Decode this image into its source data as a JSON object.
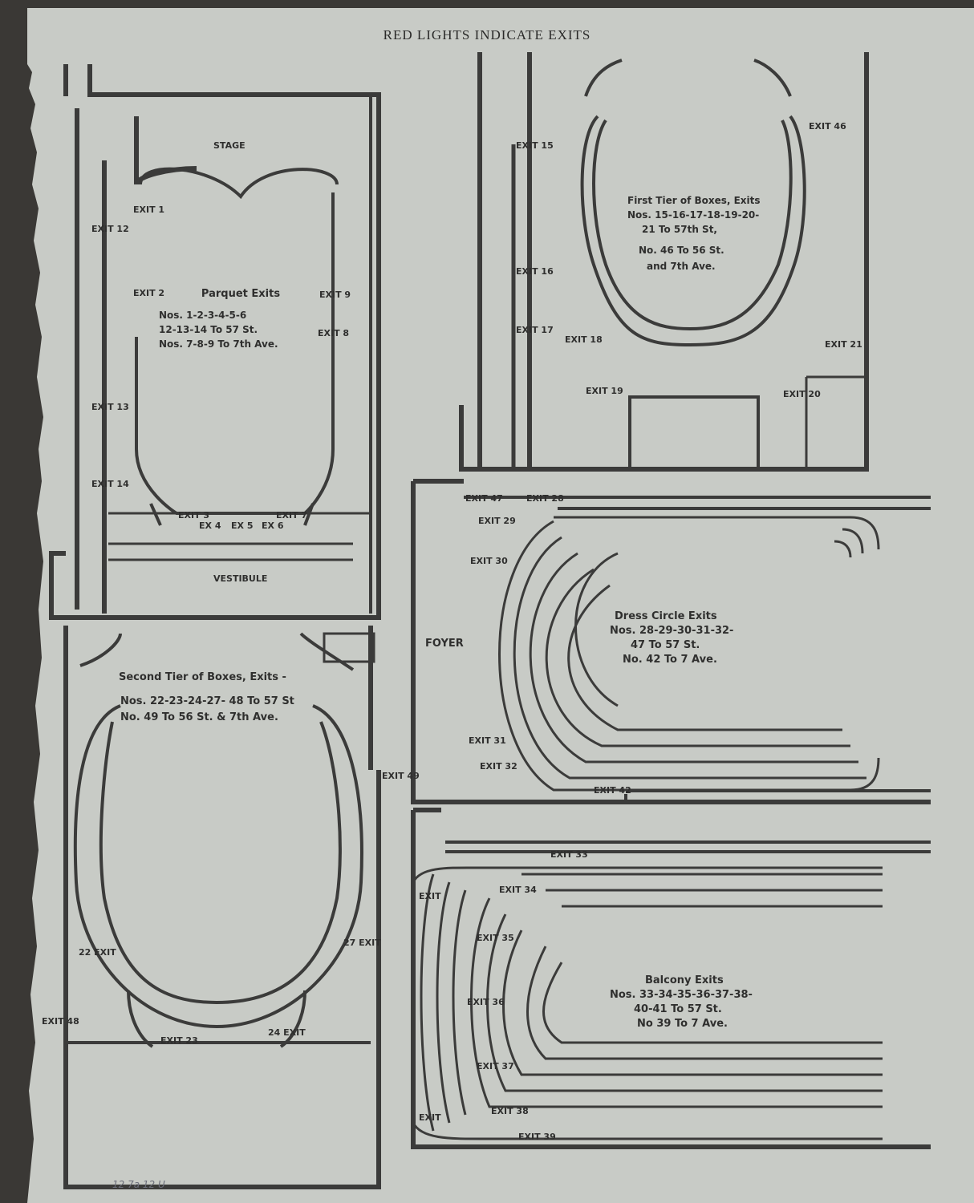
{
  "header": {
    "title": "RED LIGHTS INDICATE EXITS"
  },
  "parquet": {
    "stage": "STAGE",
    "vestibule": "VESTIBULE",
    "title": "Parquet Exits",
    "line1": "Nos. 1-2-3-4-5-6",
    "line2": "12-13-14 To 57 St.",
    "line3": "Nos. 7-8-9 To 7th Ave.",
    "exits": [
      "EXIT 1",
      "EXIT 2",
      "EXIT 3",
      "EX 4",
      "EX 5",
      "EX 6",
      "EXIT 7",
      "EXIT 8",
      "EXIT 9",
      "EXIT 12",
      "EXIT 13",
      "EXIT 14"
    ]
  },
  "first_tier": {
    "title": "First Tier of Boxes, Exits",
    "line1": "Nos. 15-16-17-18-19-20-",
    "line2": "21 To 57th St,",
    "line3": "No. 46 To 56 St.",
    "line4": "and 7th Ave.",
    "exits": [
      "EXIT 15",
      "EXIT 16",
      "EXIT 17",
      "EXIT 18",
      "EXIT 19",
      "EXIT 20",
      "EXIT 21",
      "EXIT 46"
    ]
  },
  "second_tier": {
    "title": "Second Tier of Boxes, Exits -",
    "line1": "Nos. 22-23-24-27- 48 To 57 St",
    "line2": "No. 49 To 56 St. & 7th Ave.",
    "exits": [
      "22 EXIT",
      "EXIT 23",
      "24 EXIT",
      "27 EXIT",
      "EXIT 48",
      "EXIT 49"
    ]
  },
  "dress_circle": {
    "foyer": "FOYER",
    "title": "Dress Circle Exits",
    "line1": "Nos. 28-29-30-31-32-",
    "line2": "47 To 57 St.",
    "line3": "No. 42 To 7 Ave.",
    "exits": [
      "EXIT 47",
      "EXIT 28",
      "EXIT 29",
      "EXIT 30",
      "EXIT 31",
      "EXIT 32",
      "EXIT 42"
    ]
  },
  "balcony": {
    "title": "Balcony Exits",
    "line1": "Nos. 33-34-35-36-37-38-",
    "line2": "40-41 To 57 St.",
    "line3": "No 39 To 7 Ave.",
    "exits": [
      "EXIT 33",
      "EXIT 34",
      "EXIT 35",
      "EXIT 36",
      "EXIT 37",
      "EXIT 38",
      "EXIT 39",
      "EXIT",
      "EXIT"
    ]
  },
  "annotation": "12 7a 12 U"
}
